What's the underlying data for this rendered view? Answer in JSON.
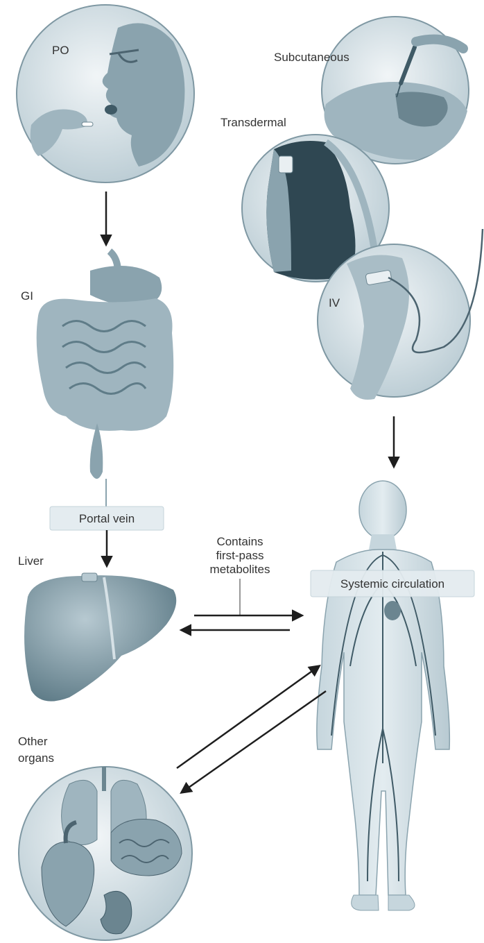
{
  "colors": {
    "illustration": "#7f98a3",
    "illustration_dark": "#3f5a66",
    "circle_fill": "#dbe5ea",
    "label_box": "#e4ecf0",
    "arrow": "#1e1e1e",
    "text": "#333333"
  },
  "labels": {
    "po": "PO",
    "subcutaneous": "Subcutaneous",
    "transdermal": "Transdermal",
    "iv": "IV",
    "gi": "GI",
    "portal_vein": "Portal vein",
    "liver": "Liver",
    "contains_line1": "Contains",
    "contains_line2": "first-pass",
    "contains_line3": "metabolites",
    "systemic_circulation": "Systemic circulation",
    "other_organs_line1": "Other",
    "other_organs_line2": "organs"
  },
  "icons": {
    "po": "oral-dose-person-icon",
    "subcutaneous": "syringe-injection-icon",
    "transdermal": "skin-patch-icon",
    "iv": "iv-line-arm-icon",
    "gi": "digestive-tract-icon",
    "liver": "liver-icon",
    "body": "circulatory-system-body-icon",
    "organs": "organs-lungs-brain-heart-kidney-icon"
  }
}
